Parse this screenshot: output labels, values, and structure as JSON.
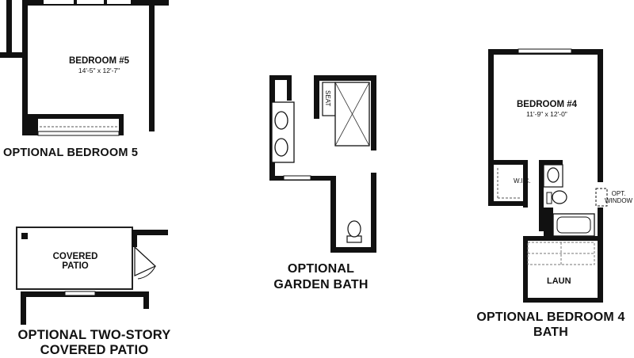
{
  "bedroom5": {
    "room_name": "BEDROOM #5",
    "room_size": "14'-5\" x 12'-7\"",
    "caption": "OPTIONAL BEDROOM 5"
  },
  "covered_patio": {
    "label_line1": "COVERED",
    "label_line2": "PATIO",
    "caption_line1": "OPTIONAL TWO-STORY",
    "caption_line2": "COVERED PATIO"
  },
  "garden_bath": {
    "seat_label": "SEAT",
    "caption_line1": "OPTIONAL",
    "caption_line2": "GARDEN BATH"
  },
  "bedroom4": {
    "room_name": "BEDROOM #4",
    "room_size": "11'-9\" x 12'-0\"",
    "wic_label": "W.I.C.",
    "opt_window_line1": "OPT.",
    "opt_window_line2": "WINDOW",
    "laundry_label": "LAUN",
    "caption_line1": "OPTIONAL BEDROOM 4",
    "caption_line2": "BATH"
  }
}
